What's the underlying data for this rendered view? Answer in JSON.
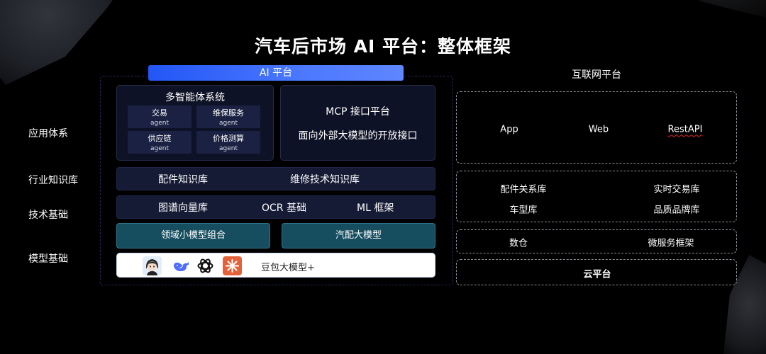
{
  "title": "汽车后市场 AI 平台：整体框架",
  "ai_platform": {
    "label": "AI 平台",
    "multi_agent": {
      "title": "多智能体系统",
      "agents": [
        {
          "name": "交易",
          "sub": "agent"
        },
        {
          "name": "维保服务",
          "sub": "agent"
        },
        {
          "name": "供应链",
          "sub": "agent"
        },
        {
          "name": "价格测算",
          "sub": "agent"
        }
      ]
    },
    "mcp": {
      "line1": "MCP 接口平台",
      "line2": "面向外部大模型的开放接口"
    },
    "knowledge": [
      "配件知识库",
      "维修技术知识库"
    ],
    "tech": [
      "图谱向量库",
      "OCR 基础",
      "ML 框架"
    ],
    "models_row": [
      "领域小模型组合",
      "汽配大模型"
    ],
    "base_models": {
      "label": "豆包大模型+",
      "icons": [
        "doubao-avatar-icon",
        "deepseek-whale-icon",
        "openai-knot-icon",
        "claude-star-icon"
      ]
    }
  },
  "row_labels": [
    "应用体系",
    "行业知识库",
    "技术基础",
    "模型基础"
  ],
  "internet_platform": {
    "title": "互联网平台",
    "apps": [
      "App",
      "Web",
      "RestAPI"
    ],
    "data_row1": [
      "配件关系库",
      "实时交易库"
    ],
    "data_row2": [
      "车型库",
      "品质品牌库"
    ],
    "infra": [
      "数仓",
      "微服务框架"
    ],
    "cloud": "云平台"
  },
  "colors": {
    "ai_bar": "#2f63ff",
    "teal_box": "#164e60",
    "panel": "#0e1226",
    "claude_orange": "#e4623a"
  }
}
